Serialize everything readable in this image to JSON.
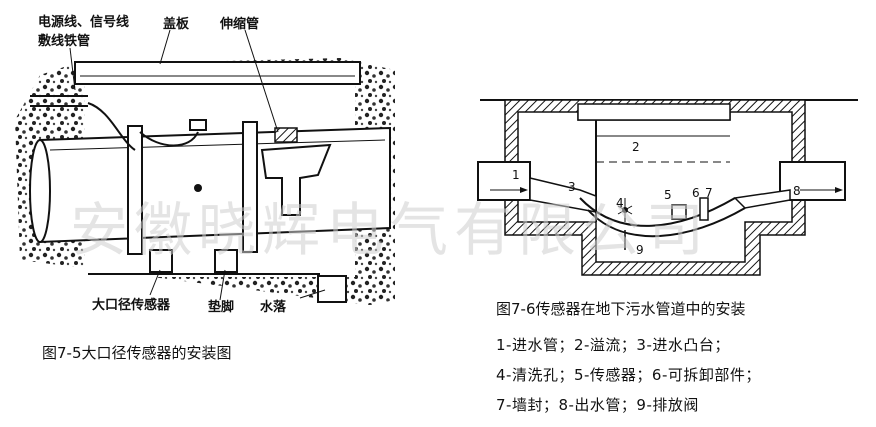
{
  "left_diagram": {
    "labels": {
      "cable_pipe": "电源线、信号线\n敷线铁管",
      "cover": "盖板",
      "expansion_pipe": "伸缩管",
      "sensor": "大口径传感器",
      "pad_foot": "垫脚",
      "sump": "水落"
    },
    "caption": "图7-5大口径传感器的安装图"
  },
  "right_diagram": {
    "numbers": [
      "1",
      "2",
      "3",
      "4",
      "5",
      "6",
      "7",
      "8",
      "9"
    ],
    "caption": "图7-6传感器在地下污水管道中的安装",
    "legend": [
      "1-进水管；2-溢流；3-进水凸台；",
      "4-清洗孔；5-传感器；6-可拆卸部件；",
      "7-墙封；8-出水管；9-排放阀"
    ]
  },
  "watermark": "安徽晓辉电气有限公司"
}
